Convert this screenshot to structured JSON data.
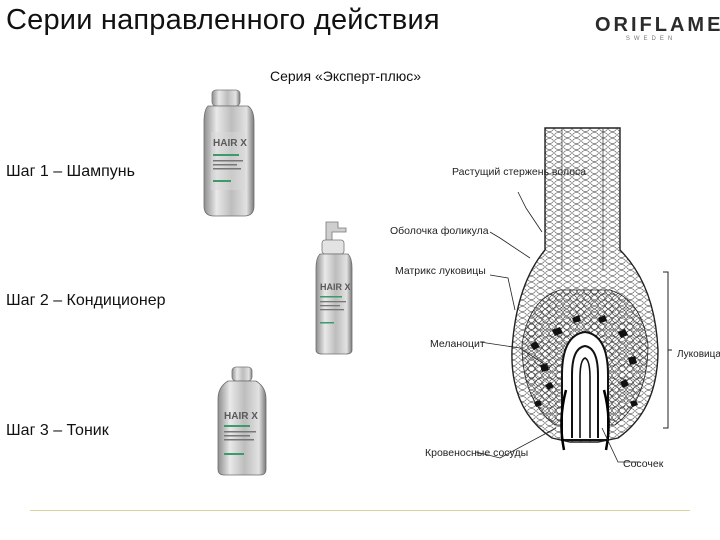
{
  "slide": {
    "title": "Серии направленного действия",
    "subtitle": "Серия  «Эксперт-плюс»"
  },
  "logo": {
    "name": "ORIFLAME",
    "tagline": "SWEDEN"
  },
  "steps": [
    {
      "label": "Шаг 1 – Шампунь"
    },
    {
      "label": "Шаг 2 – Кондиционер"
    },
    {
      "label": "Шаг 3 – Тоник"
    }
  ],
  "products": [
    {
      "brand": "HAIR X",
      "icon": "shampoo-bottle"
    },
    {
      "brand": "HAIR X",
      "icon": "conditioner-pump-bottle"
    },
    {
      "brand": "HAIR X",
      "icon": "tonic-bottle"
    }
  ],
  "diagram": {
    "labels": {
      "growing_shaft": "Растущий стержень волоса",
      "follicle_sheath": "Оболочка фоликула",
      "bulb_matrix": "Матрикс луковицы",
      "melanocyte": "Меланоцит",
      "bulb": "Луковица",
      "blood_vessels": "Кровеносные сосуды",
      "papilla": "Сосочек"
    }
  }
}
